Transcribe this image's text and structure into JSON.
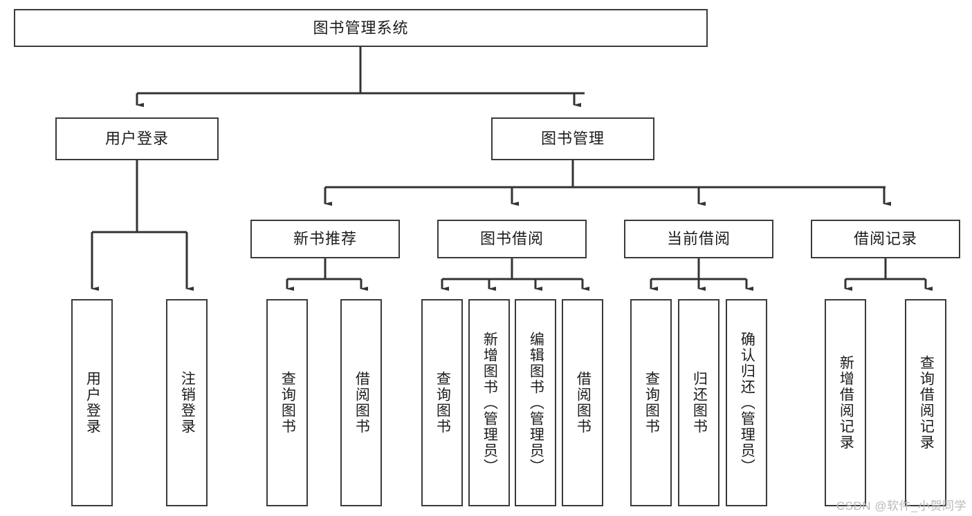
{
  "diagram": {
    "title": "图书管理系统",
    "watermark": "CSDN @软件_小贺同学",
    "colors": {
      "background": "#ffffff",
      "border": "#3a3a3a",
      "text": "#1c1c1c",
      "connector": "#333333",
      "watermark": "#b9b9b9"
    },
    "nodes": {
      "root": {
        "label": "图书管理系统"
      },
      "level2": [
        {
          "id": "user-login",
          "label": "用户登录"
        },
        {
          "id": "book-management",
          "label": "图书管理"
        }
      ],
      "level3": [
        {
          "id": "new-book-recommend",
          "label": "新书推荐"
        },
        {
          "id": "book-borrow",
          "label": "图书借阅"
        },
        {
          "id": "current-borrow",
          "label": "当前借阅"
        },
        {
          "id": "borrow-record",
          "label": "借阅记录"
        }
      ],
      "leaves": [
        {
          "id": "leaf-user-login",
          "label": "用户登录",
          "parent": "user-login"
        },
        {
          "id": "leaf-logout-login",
          "label": "注销登录",
          "parent": "user-login"
        },
        {
          "id": "leaf-query-book-1",
          "label": "查询图书",
          "parent": "new-book-recommend"
        },
        {
          "id": "leaf-borrow-book-1",
          "label": "借阅图书",
          "parent": "new-book-recommend"
        },
        {
          "id": "leaf-query-book-2",
          "label": "查询图书",
          "parent": "book-borrow"
        },
        {
          "id": "leaf-add-book",
          "label": "新增图书（管理员）",
          "parent": "book-borrow"
        },
        {
          "id": "leaf-edit-book",
          "label": "编辑图书（管理员）",
          "parent": "book-borrow"
        },
        {
          "id": "leaf-borrow-book-2",
          "label": "借阅图书",
          "parent": "book-borrow"
        },
        {
          "id": "leaf-query-book-3",
          "label": "查询图书",
          "parent": "current-borrow"
        },
        {
          "id": "leaf-return-book",
          "label": "归还图书",
          "parent": "current-borrow"
        },
        {
          "id": "leaf-confirm-return",
          "label": "确认归还（管理员）",
          "parent": "current-borrow"
        },
        {
          "id": "leaf-add-record",
          "label": "新增借阅记录",
          "parent": "borrow-record"
        },
        {
          "id": "leaf-query-record",
          "label": "查询借阅记录",
          "parent": "borrow-record"
        }
      ]
    }
  }
}
